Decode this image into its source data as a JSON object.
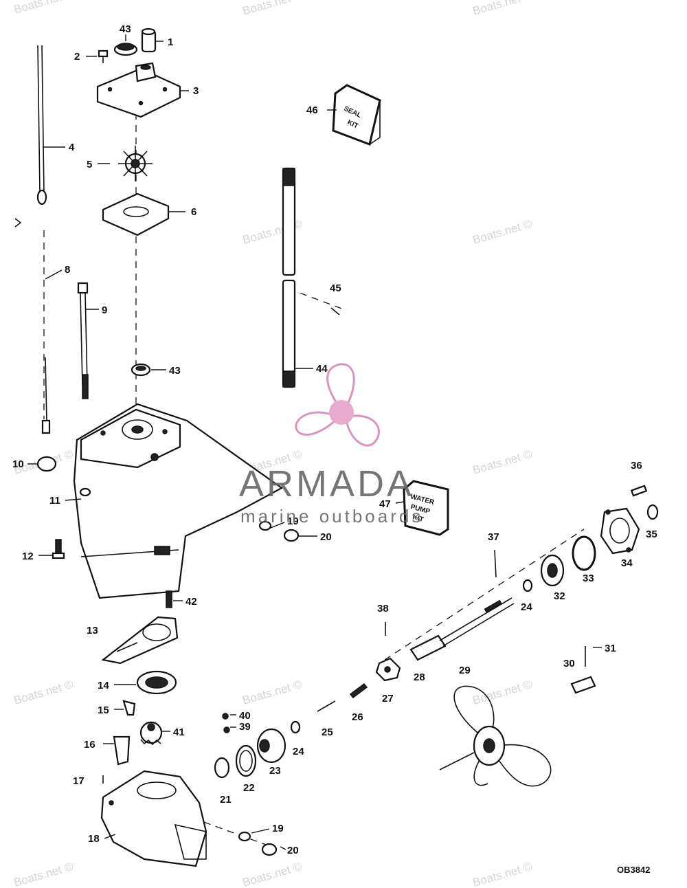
{
  "watermarks": [
    "Boats.net ©",
    "Boats.net ©",
    "Boats.net ©",
    "Boats.net ©",
    "Boats.net ©",
    "Boats.net ©",
    "Boats.net ©",
    "Boats.net ©",
    "Boats.net ©",
    "Boats.net ©",
    "Boats.net ©",
    "Boats.net ©",
    "Boats.net ©",
    "Boats.net ©"
  ],
  "callouts": [
    {
      "id": "c43a",
      "text": "43"
    },
    {
      "id": "c1",
      "text": "1"
    },
    {
      "id": "c2",
      "text": "2"
    },
    {
      "id": "c3",
      "text": "3"
    },
    {
      "id": "c4",
      "text": "4"
    },
    {
      "id": "c5",
      "text": "5"
    },
    {
      "id": "c6",
      "text": "6"
    },
    {
      "id": "c8",
      "text": "8"
    },
    {
      "id": "c9",
      "text": "9"
    },
    {
      "id": "c43b",
      "text": "43"
    },
    {
      "id": "c46",
      "text": "46"
    },
    {
      "id": "c45",
      "text": "45"
    },
    {
      "id": "c44",
      "text": "44"
    },
    {
      "id": "c10",
      "text": "10"
    },
    {
      "id": "c11",
      "text": "11"
    },
    {
      "id": "c12",
      "text": "12"
    },
    {
      "id": "c19a",
      "text": "19"
    },
    {
      "id": "c20a",
      "text": "20"
    },
    {
      "id": "c47",
      "text": "47"
    },
    {
      "id": "c36",
      "text": "36"
    },
    {
      "id": "c35",
      "text": "35"
    },
    {
      "id": "c34",
      "text": "34"
    },
    {
      "id": "c33",
      "text": "33"
    },
    {
      "id": "c37",
      "text": "37"
    },
    {
      "id": "c32",
      "text": "32"
    },
    {
      "id": "c24a",
      "text": "24"
    },
    {
      "id": "c42",
      "text": "42"
    },
    {
      "id": "c13",
      "text": "13"
    },
    {
      "id": "c38",
      "text": "38"
    },
    {
      "id": "c31",
      "text": "31"
    },
    {
      "id": "c30",
      "text": "30"
    },
    {
      "id": "c29",
      "text": "29"
    },
    {
      "id": "c28",
      "text": "28"
    },
    {
      "id": "c27",
      "text": "27"
    },
    {
      "id": "c14",
      "text": "14"
    },
    {
      "id": "c15",
      "text": "15"
    },
    {
      "id": "c40",
      "text": "40"
    },
    {
      "id": "c39",
      "text": "39"
    },
    {
      "id": "c41",
      "text": "41"
    },
    {
      "id": "c26",
      "text": "26"
    },
    {
      "id": "c25",
      "text": "25"
    },
    {
      "id": "c24b",
      "text": "24"
    },
    {
      "id": "c23",
      "text": "23"
    },
    {
      "id": "c16",
      "text": "16"
    },
    {
      "id": "c22",
      "text": "22"
    },
    {
      "id": "c17",
      "text": "17"
    },
    {
      "id": "c21",
      "text": "21"
    },
    {
      "id": "c18",
      "text": "18"
    },
    {
      "id": "c19b",
      "text": "19"
    },
    {
      "id": "c20b",
      "text": "20"
    }
  ],
  "kits": {
    "seal_kit": {
      "line1": "SEAL",
      "line2": "KIT"
    },
    "water_pump_kit": {
      "line1": "WATER",
      "line2": "PUMP",
      "line3": "KIT"
    }
  },
  "brand": {
    "name": "ARMADA",
    "tagline": "marine outboards",
    "logo_color": "#e6a3c8",
    "logo_stroke": "#d98bb8"
  },
  "drawing_id": "OB3842"
}
